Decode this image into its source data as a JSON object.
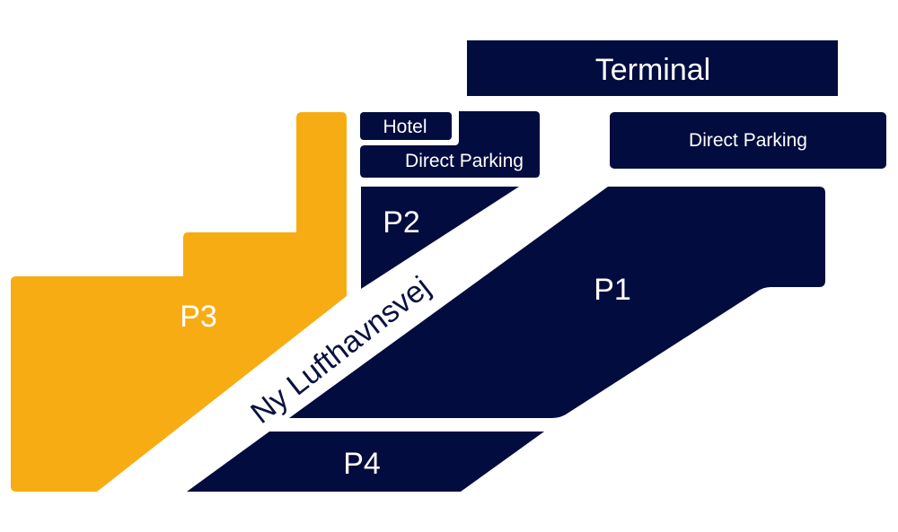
{
  "colors": {
    "navy": "#020c3e",
    "highlight": "#f8ac13",
    "road_text": "#0b1140",
    "label_text": "#ffffff"
  },
  "areas": {
    "terminal": {
      "label": "Terminal"
    },
    "direct_parking_right": {
      "label": "Direct Parking"
    },
    "hotel": {
      "label": "Hotel"
    },
    "direct_parking_left": {
      "label": "Direct Parking"
    },
    "p1": {
      "label": "P1"
    },
    "p2": {
      "label": "P2"
    },
    "p3": {
      "label": "P3",
      "highlighted": true
    },
    "p4": {
      "label": "P4"
    }
  },
  "roads": {
    "ny_lufthavnsvej": {
      "label": "Ny Lufthavnsvej"
    }
  }
}
